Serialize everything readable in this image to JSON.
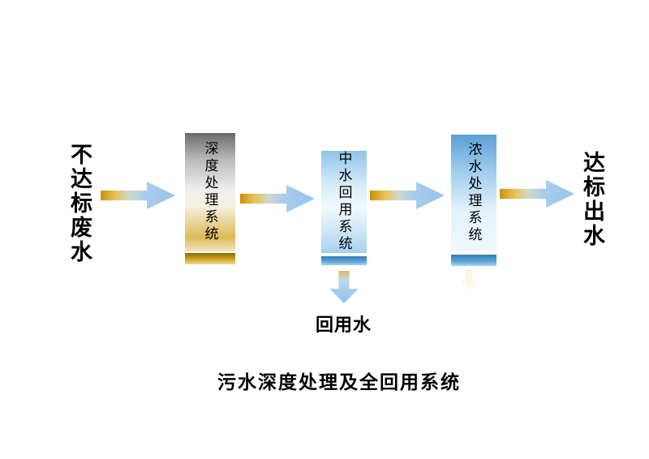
{
  "diagram": {
    "caption": "污水深度处理及全回用系统",
    "input_label": "不达标废水",
    "output_label": "达标出水",
    "reuse_label": "回用水",
    "boxes": [
      {
        "label": "深度处理系统",
        "theme": "gray-gold"
      },
      {
        "label": "中水回用系统",
        "theme": "light-blue"
      },
      {
        "label": "浓水处理系统",
        "theme": "blue"
      }
    ],
    "arrows": [
      {
        "name": "input-to-deep",
        "direction": "right"
      },
      {
        "name": "deep-to-mid",
        "direction": "right"
      },
      {
        "name": "mid-to-conc",
        "direction": "right"
      },
      {
        "name": "conc-to-output",
        "direction": "right"
      },
      {
        "name": "mid-to-reuse",
        "direction": "down"
      }
    ],
    "colors": {
      "background": "#ffffff",
      "text": "#000000",
      "arrow_gold": "#c8920a",
      "arrow_blue": "#96c4ea",
      "box_deep_top_gray": "#6a6a6a",
      "box_deep_gold": "#ddba58",
      "box_blue_light": "#8fc3ea",
      "box_blue_strong": "#5b9fd4",
      "bar_gold": "#8a6a00",
      "bar_blue": "#2f7db8"
    }
  }
}
